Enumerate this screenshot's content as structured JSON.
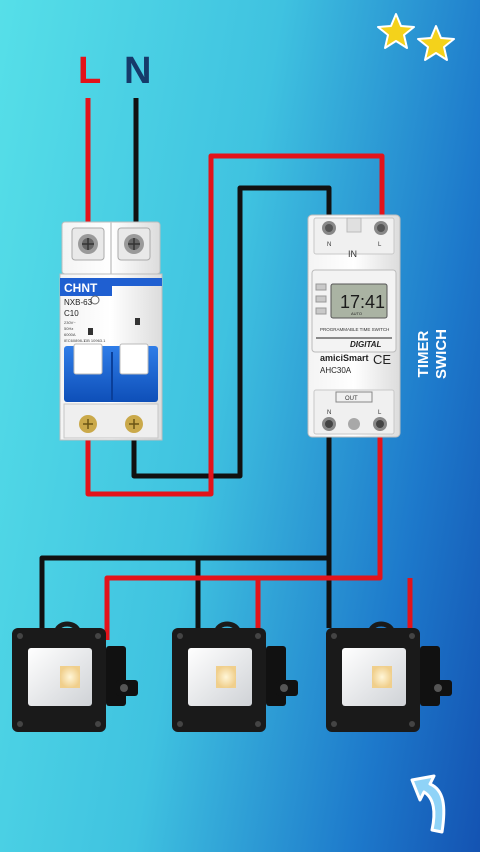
{
  "labels": {
    "live": "L",
    "neutral": "N"
  },
  "breaker": {
    "brand": "CHNT",
    "model": "NXB-63",
    "rating": "C10",
    "spec_1": "230V~",
    "spec_2": "50Hz",
    "spec_3": "6000A",
    "spec_4": "IEC60898-1",
    "spec_5": "GB 10963.1"
  },
  "timer": {
    "title_line1": "TIMER",
    "title_line2": "SWICH",
    "terminal_n": "N",
    "terminal_l": "L",
    "in_label": "IN",
    "out_label": "OUT",
    "out_n": "N",
    "out_l": "L",
    "display_time": "17:41",
    "display_mode": "AUTO",
    "caption": "PROGRAMMABLE TIME SWITCH",
    "digital": "DIGITAL",
    "brand": "amiciSmart",
    "ce": "CE",
    "model": "AHC30A"
  },
  "colors": {
    "live_wire": "#e3131a",
    "neutral_wire": "#111111",
    "star": "#f4d21b"
  },
  "icons": [
    "star-icon",
    "star-icon",
    "back-arrow-icon"
  ]
}
